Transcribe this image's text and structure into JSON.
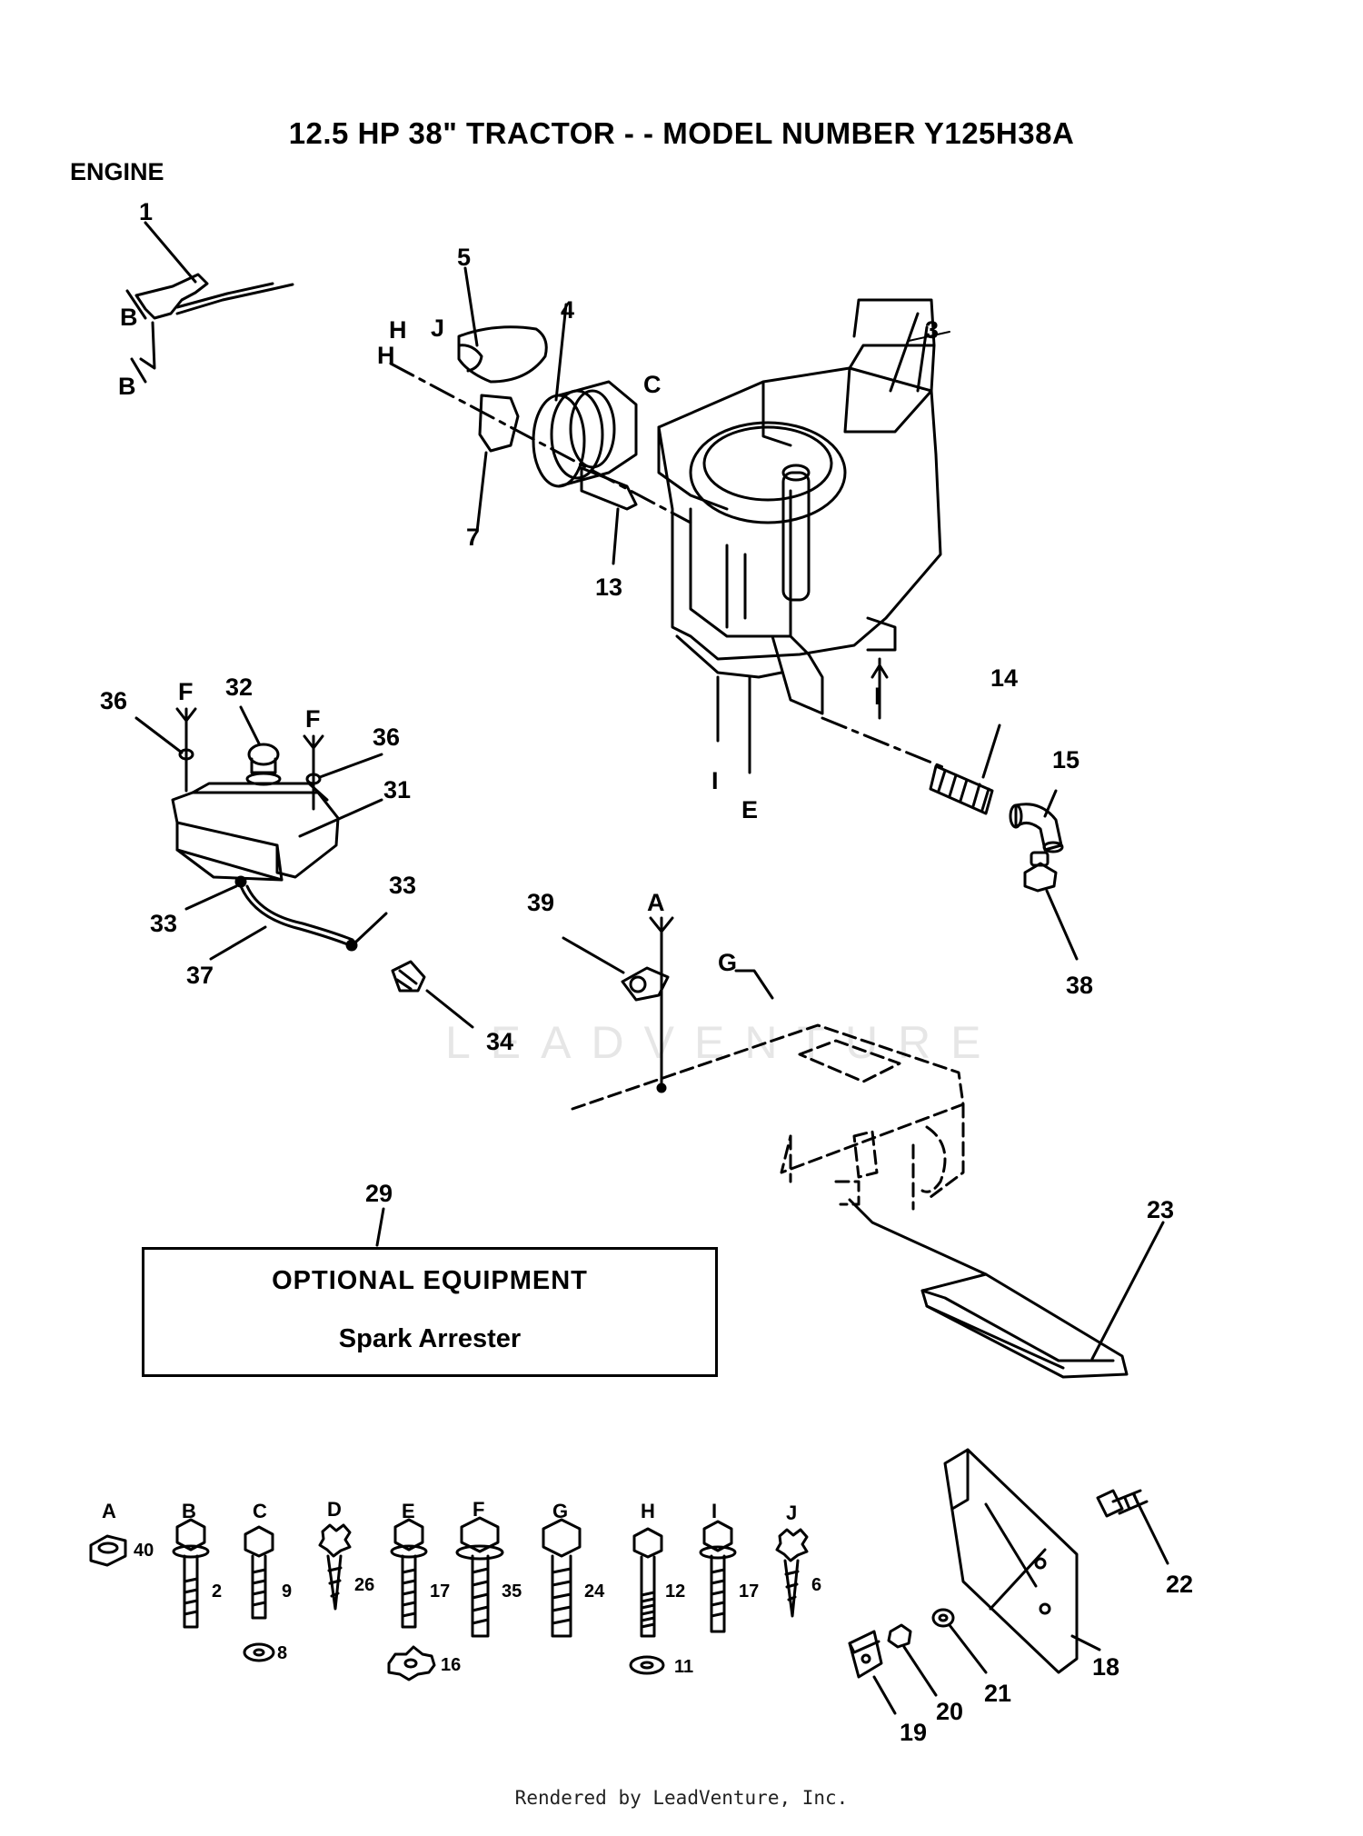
{
  "title": "12.5 HP 38\" TRACTOR - - MODEL NUMBER Y125H38A",
  "section_label": "ENGINE",
  "optional_box": {
    "callout": "29",
    "heading": "OPTIONAL EQUIPMENT",
    "item": "Spark Arrester"
  },
  "watermark": "LEADVENTURE",
  "footer": "Rendered by LeadVenture, Inc.",
  "callouts": {
    "c1": "1",
    "c3": "3",
    "c4": "4",
    "c5": "5",
    "c7": "7",
    "c13": "13",
    "c14": "14",
    "c15": "15",
    "c38": "38",
    "c36a": "36",
    "c36b": "36",
    "c32": "32",
    "c31": "31",
    "c33a": "33",
    "c33b": "33",
    "c37": "37",
    "c34": "34",
    "c39": "39",
    "c23": "23",
    "c18": "18",
    "c19": "19",
    "c20": "20",
    "c21": "21",
    "c22": "22"
  },
  "refs": {
    "B1": "B",
    "B2": "B",
    "H1": "H",
    "J1": "J",
    "H2": "H",
    "C1": "C",
    "F1": "F",
    "F2": "F",
    "I1": "I",
    "I2": "I",
    "E1": "E",
    "A1": "A",
    "G1": "G"
  },
  "hardware": [
    {
      "letter": "A",
      "part": "40"
    },
    {
      "letter": "B",
      "part": "2",
      "washer": "8"
    },
    {
      "letter": "C",
      "part": "9"
    },
    {
      "letter": "D",
      "part": "26"
    },
    {
      "letter": "E",
      "part": "17",
      "washer": "16"
    },
    {
      "letter": "F",
      "part": "35"
    },
    {
      "letter": "G",
      "part": "24"
    },
    {
      "letter": "H",
      "part": "12",
      "washer": "11"
    },
    {
      "letter": "I",
      "part": "17"
    },
    {
      "letter": "J",
      "part": "6"
    }
  ]
}
